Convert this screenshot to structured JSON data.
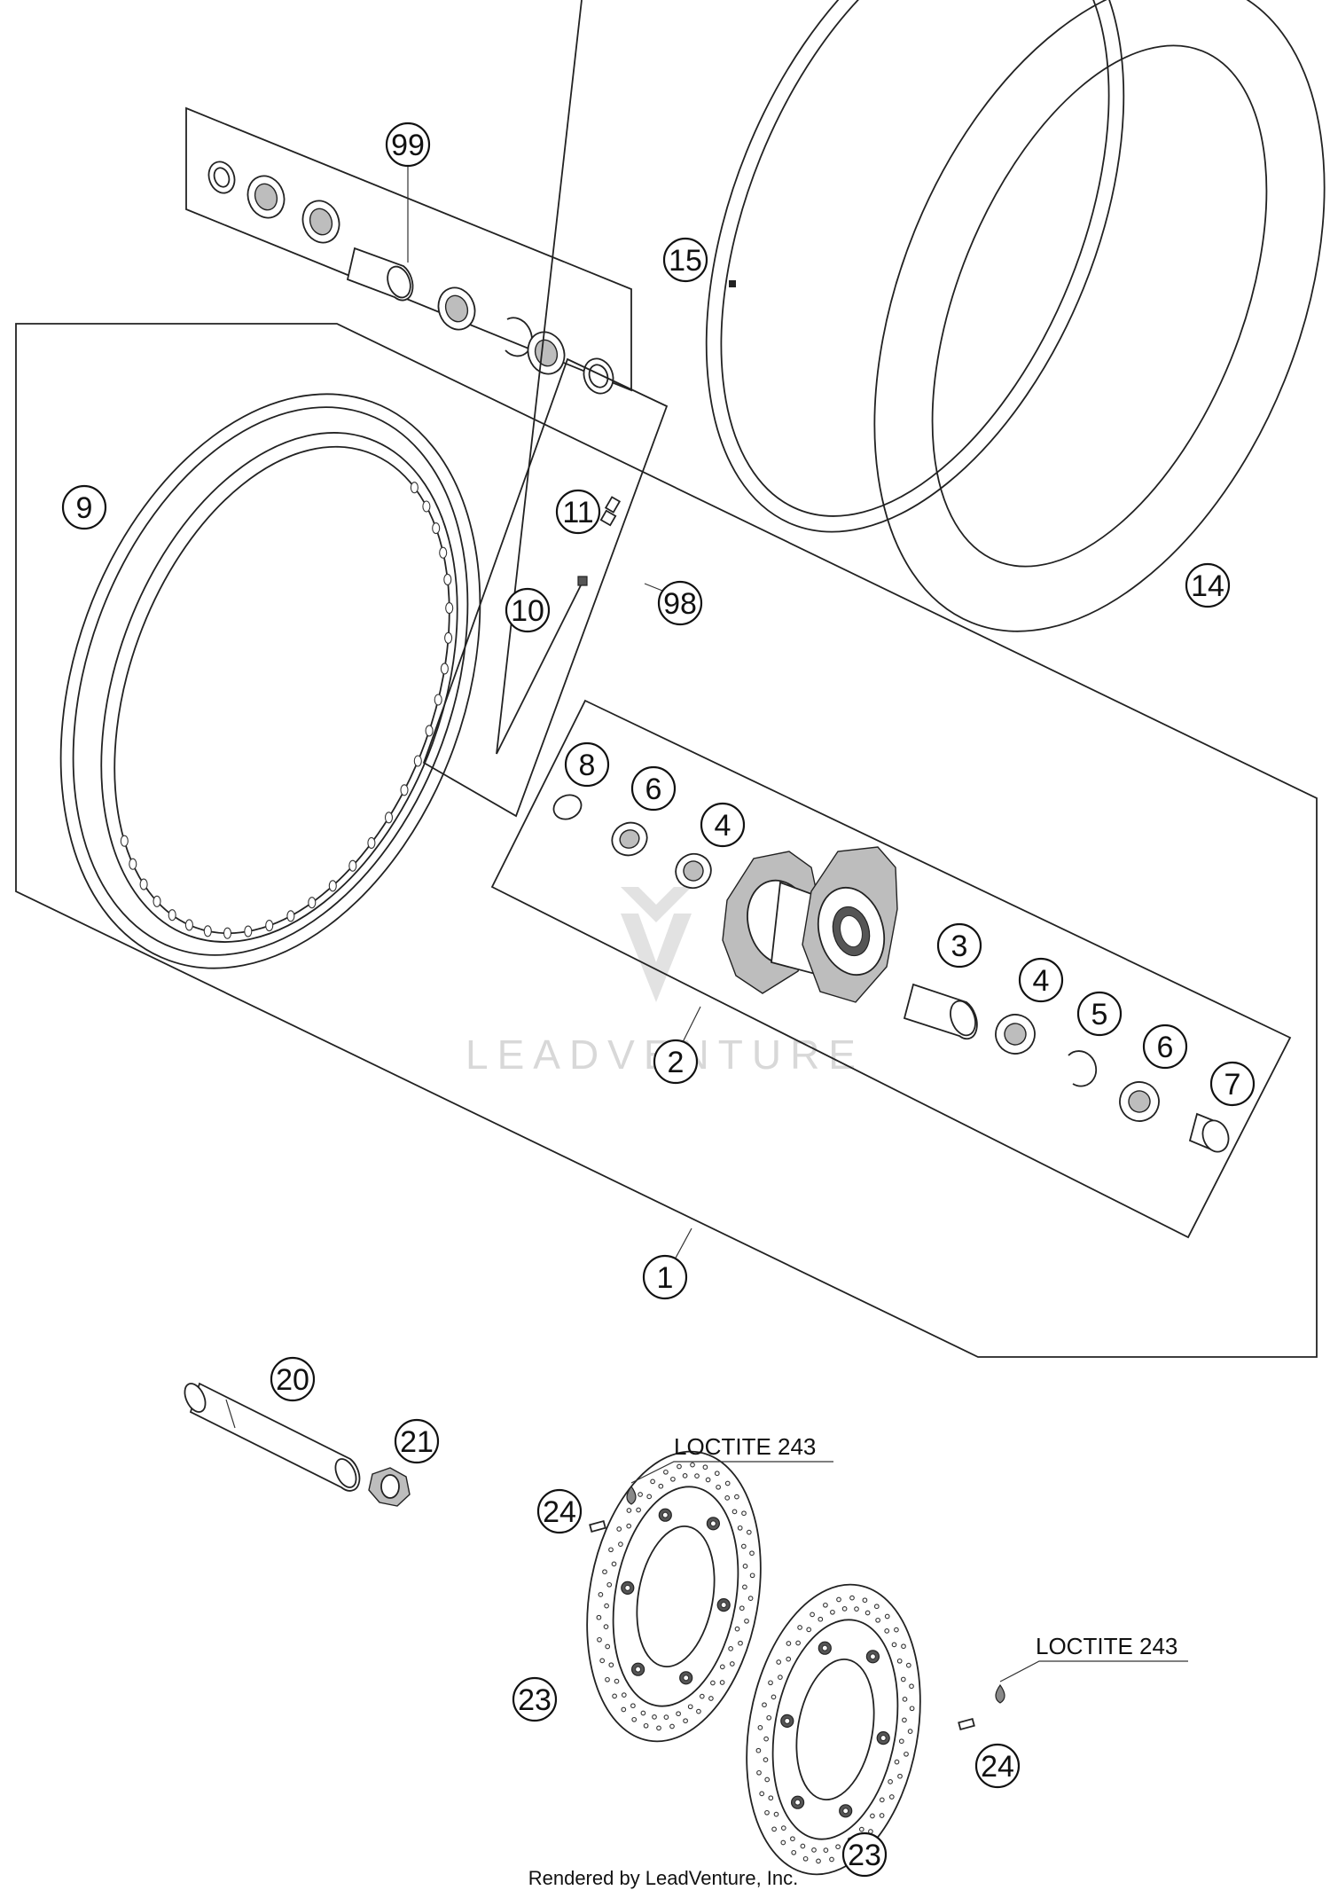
{
  "callouts": [
    {
      "id": "1",
      "label": "1"
    },
    {
      "id": "2",
      "label": "2"
    },
    {
      "id": "3",
      "label": "3"
    },
    {
      "id": "4a",
      "label": "4"
    },
    {
      "id": "4b",
      "label": "4"
    },
    {
      "id": "5",
      "label": "5"
    },
    {
      "id": "6a",
      "label": "6"
    },
    {
      "id": "6b",
      "label": "6"
    },
    {
      "id": "7",
      "label": "7"
    },
    {
      "id": "8",
      "label": "8"
    },
    {
      "id": "9",
      "label": "9"
    },
    {
      "id": "10",
      "label": "10"
    },
    {
      "id": "11",
      "label": "11"
    },
    {
      "id": "14",
      "label": "14"
    },
    {
      "id": "15",
      "label": "15"
    },
    {
      "id": "20",
      "label": "20"
    },
    {
      "id": "21",
      "label": "21"
    },
    {
      "id": "23a",
      "label": "23"
    },
    {
      "id": "23b",
      "label": "23"
    },
    {
      "id": "24a",
      "label": "24"
    },
    {
      "id": "24b",
      "label": "24"
    },
    {
      "id": "98",
      "label": "98"
    },
    {
      "id": "99",
      "label": "99"
    }
  ],
  "notes": {
    "loctite_1": "LOCTITE 243",
    "loctite_2": "LOCTITE 243"
  },
  "watermark": "LEADVENTURE",
  "footer": "Rendered by LeadVenture, Inc."
}
